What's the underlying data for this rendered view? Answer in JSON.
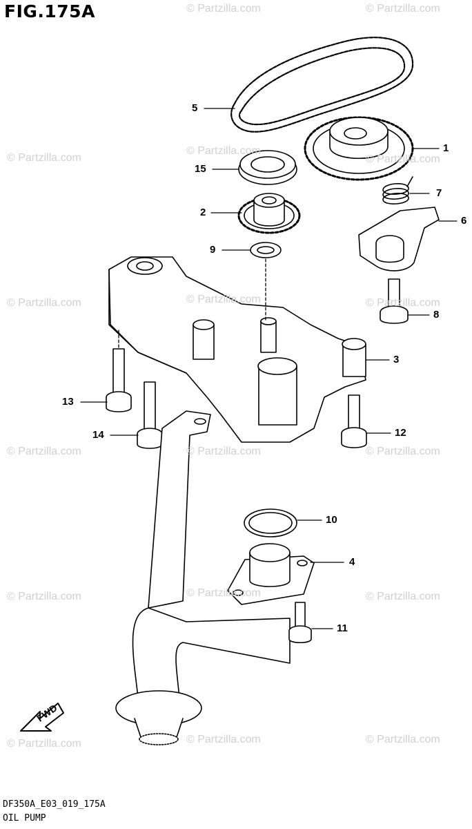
{
  "figure": {
    "title": "FIG.175A"
  },
  "parts": [
    {
      "num": "1"
    },
    {
      "num": "2"
    },
    {
      "num": "3"
    },
    {
      "num": "4"
    },
    {
      "num": "5"
    },
    {
      "num": "6"
    },
    {
      "num": "7"
    },
    {
      "num": "8"
    },
    {
      "num": "9"
    },
    {
      "num": "10"
    },
    {
      "num": "11"
    },
    {
      "num": "12"
    },
    {
      "num": "13"
    },
    {
      "num": "14"
    },
    {
      "num": "15"
    }
  ],
  "fwd_label": "FWD",
  "watermark": "© Partzilla.com",
  "footer": {
    "code": "DF350A_E03_019_175A",
    "name": "OIL PUMP"
  }
}
